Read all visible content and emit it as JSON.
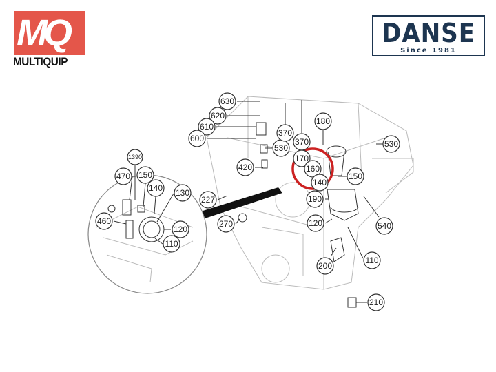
{
  "logos": {
    "multiquip": {
      "mark": "MQ",
      "word": "MULTIQUIP"
    },
    "danse": {
      "name": "DANSE",
      "tagline": "Since 1981"
    }
  },
  "colors": {
    "multiquip_red": "#e4564a",
    "danse_navy": "#1d3550",
    "highlight_circle": "#cc2222"
  },
  "callouts": {
    "main": [
      "630",
      "620",
      "610",
      "600",
      "530",
      "420",
      "370",
      "370",
      "180",
      "170",
      "160",
      "140",
      "150",
      "530",
      "190",
      "227",
      "270",
      "120",
      "540",
      "110",
      "200",
      "210"
    ],
    "inset": [
      "1390",
      "470",
      "150",
      "140",
      "130",
      "460",
      "120",
      "110"
    ]
  },
  "highlighted_part": "160"
}
